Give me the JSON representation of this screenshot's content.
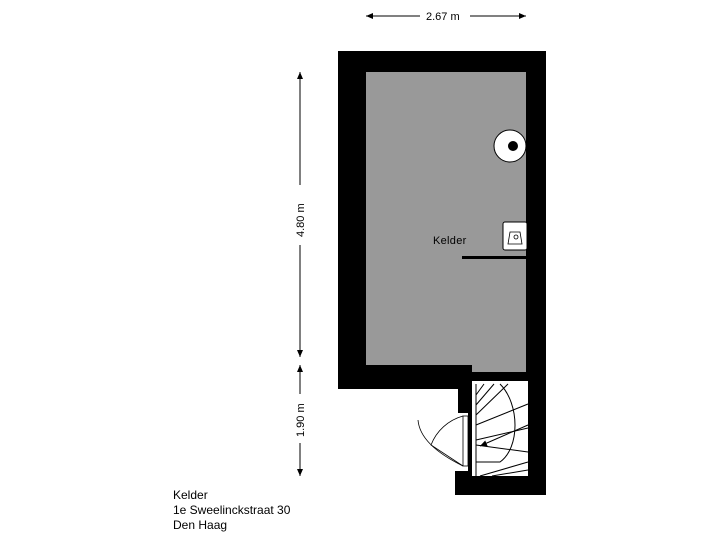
{
  "dimensions": {
    "width_label": "2.67 m",
    "height_upper_label": "4.80 m",
    "height_lower_label": "1.90 m"
  },
  "room": {
    "label": "Kelder"
  },
  "caption": {
    "line1": "Kelder",
    "line2": "1e Sweelinckstraat 30",
    "line3": "Den Haag"
  },
  "colors": {
    "wall": "#000000",
    "floor": "#999999",
    "background": "#ffffff"
  }
}
